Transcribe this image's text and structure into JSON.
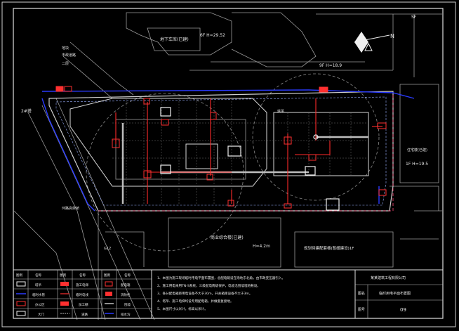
{
  "drawing": {
    "labels": {
      "north_arrow_letter": "N",
      "road_top_right": "SF",
      "elevation_top": "6F H=29.52",
      "building_top": "地下车库(已建)",
      "elevation_right": "9F H=18.9",
      "building_right_elev": "1F H=19.5",
      "building_right": "住宅楼(已建)",
      "label_left_top": "市政道路",
      "label_left_top2": "二层",
      "label_left_mid": "地块",
      "label_left_bottom": "环路高架桥",
      "bottom_building": "商业综合楼(已建)",
      "bottom_elev": "H=4.2m",
      "bottom_right_building": "规划待建配套楼(暂缓建设)1F",
      "left_mark": "2#塔",
      "pod_label": "塔吊",
      "bottom_left_small": "G12"
    },
    "legend": {
      "rows": [
        [
          "图例",
          "名称",
          "图例",
          "名称",
          "图例",
          "名称"
        ],
        [
          "",
          "塔吊",
          "",
          "施工电梯",
          "",
          "配电箱"
        ],
        [
          "",
          "临时水管",
          "",
          "临时电线",
          "",
          "消防栓"
        ],
        [
          "",
          "办公区",
          "",
          "加工棚",
          "",
          "围墙"
        ],
        [
          "",
          "大门",
          "",
          "道路",
          "",
          "排水沟"
        ]
      ]
    },
    "notes": [
      "1、本图为施工现场临时用电平面布置图，总配电箱设在场地东北角，由市政变压器引入。",
      "2、施工用电采用TN-S系统，三级配电两级保护，电缆沿围墙埋地敷设。",
      "3、各分配电箱距用电设备不大于30m，开关箱距设备不大于3m。",
      "4、塔吊、施工电梯均设专用配电箱，并做重复接地。",
      "5、本图尺寸以米计，标高以米计。"
    ],
    "title_block": {
      "company": "某某建筑工程有限公司",
      "drawing_name": "临时用电平面布置图",
      "label_name": "图名",
      "label_no": "图号",
      "drawing_no": "09"
    }
  }
}
